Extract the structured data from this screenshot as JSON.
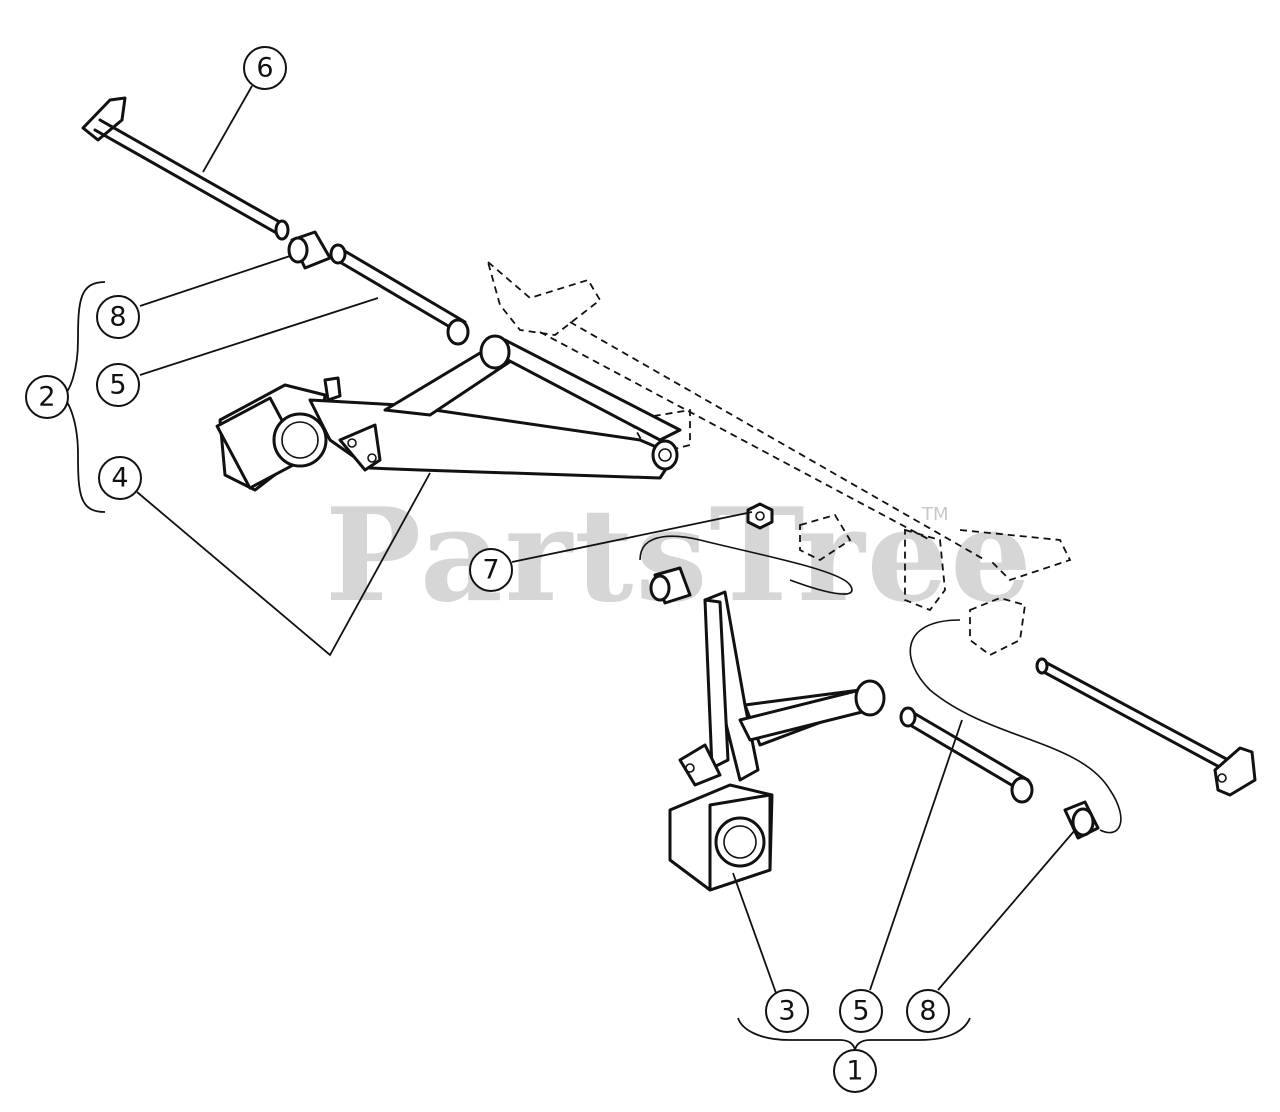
{
  "watermark": {
    "text": "PartsTree",
    "trademark": "TM"
  },
  "callouts": [
    {
      "id": "callout-6-top",
      "label": "6"
    },
    {
      "id": "callout-8-upper",
      "label": "8"
    },
    {
      "id": "callout-5-upper",
      "label": "5"
    },
    {
      "id": "callout-2",
      "label": "2"
    },
    {
      "id": "callout-4",
      "label": "4"
    },
    {
      "id": "callout-7",
      "label": "7"
    },
    {
      "id": "callout-3",
      "label": "3"
    },
    {
      "id": "callout-5-lower",
      "label": "5"
    },
    {
      "id": "callout-8-lower",
      "label": "8"
    },
    {
      "id": "callout-1",
      "label": "1"
    }
  ]
}
